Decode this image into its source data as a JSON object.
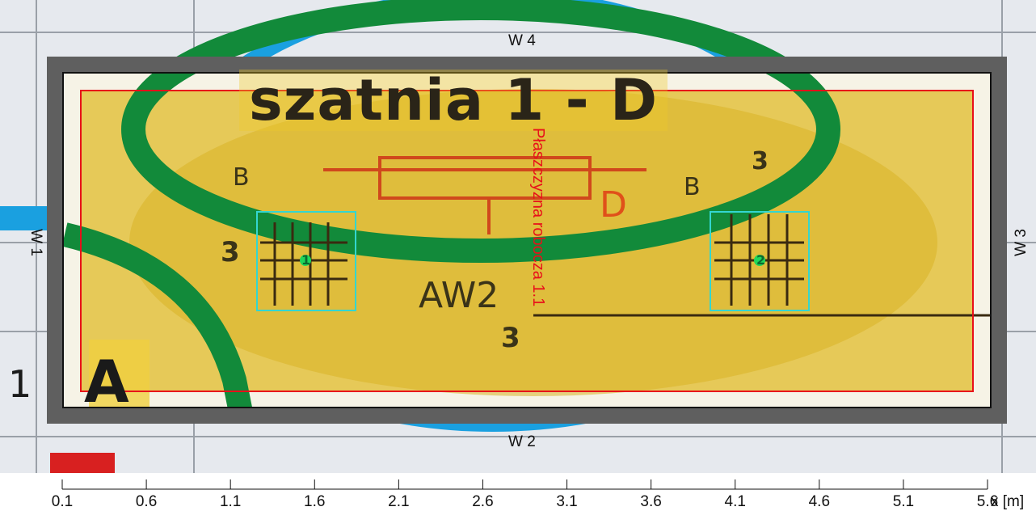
{
  "plan": {
    "room_title": "szatnia 1 - D",
    "work_plane_label": "Płaszczyzna robocza 1.1",
    "background_texts": {
      "aw2": "AW2",
      "d_marker": "D",
      "a_marker": "A",
      "num_3_left": "3",
      "num_3_bottom": "3",
      "b_left": "B",
      "b_right": "B",
      "num_3_right": "3",
      "num_1_left": "1"
    },
    "walls": {
      "top": "W 4",
      "bottom": "W 2",
      "left": "W 1",
      "right": "W 3"
    },
    "luminaires": [
      {
        "id": "luminaire-1",
        "number": "1"
      },
      {
        "id": "luminaire-2",
        "number": "2"
      }
    ]
  },
  "x_axis": {
    "unit": "x [m]",
    "ticks": [
      "0.1",
      "0.6",
      "1.1",
      "1.6",
      "2.1",
      "2.6",
      "3.1",
      "3.6",
      "4.1",
      "4.6",
      "5.1",
      "5.6"
    ],
    "range": [
      0.1,
      5.6
    ]
  },
  "colors": {
    "wall": "#5f5f5f",
    "work_plane": "#e8101a",
    "luminaire": "#33d6d0",
    "luminaire_center": "#1fd65a",
    "illuminance_fill": "#e4bd2c",
    "green_ring": "#128a3a",
    "blue_ring": "#1aa0e0"
  }
}
